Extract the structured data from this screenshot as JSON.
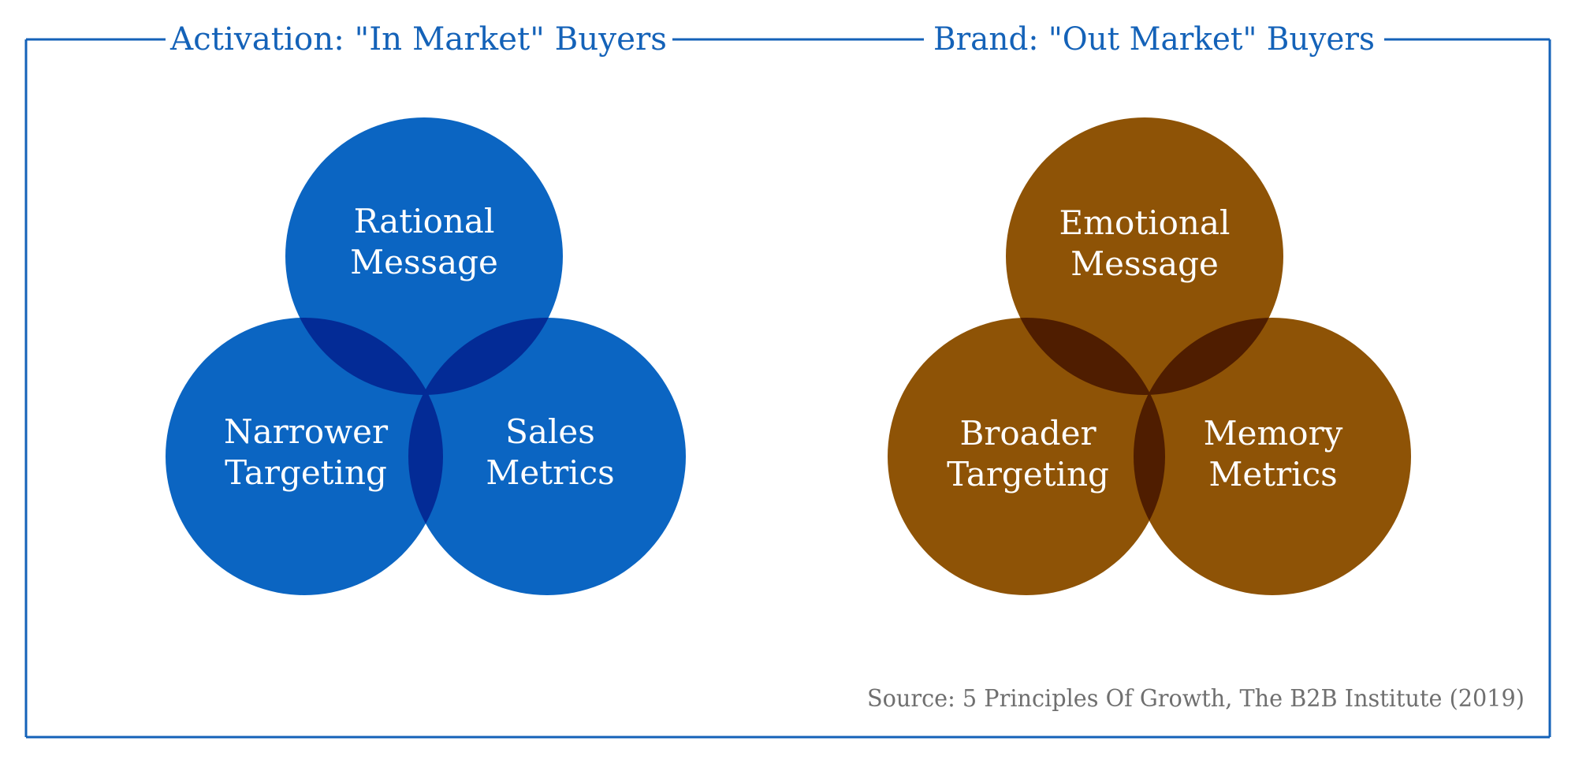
{
  "colors": {
    "frame": "#1462b8",
    "heading": "#1462b8",
    "blue_circle": "#0b65c2",
    "blue_overlap": "#032b96",
    "brown_circle": "#8e5306",
    "brown_overlap": "#4f1d00",
    "circle_text": "#ffffff",
    "source_text": "#6f6f6f",
    "background": "#ffffff"
  },
  "diagram": {
    "activation": {
      "heading": "Activation: \"In Market\" Buyers",
      "top_label": [
        "Rational",
        "Message"
      ],
      "left_label": [
        "Narrower",
        "Targeting"
      ],
      "right_label": [
        "Sales",
        "Metrics"
      ]
    },
    "brand": {
      "heading": "Brand: \"Out Market\" Buyers",
      "top_label": [
        "Emotional",
        "Message"
      ],
      "left_label": [
        "Broader",
        "Targeting"
      ],
      "right_label": [
        "Memory",
        "Metrics"
      ]
    },
    "source": "Source: 5 Principles Of Growth, The B2B Institute (2019)"
  }
}
